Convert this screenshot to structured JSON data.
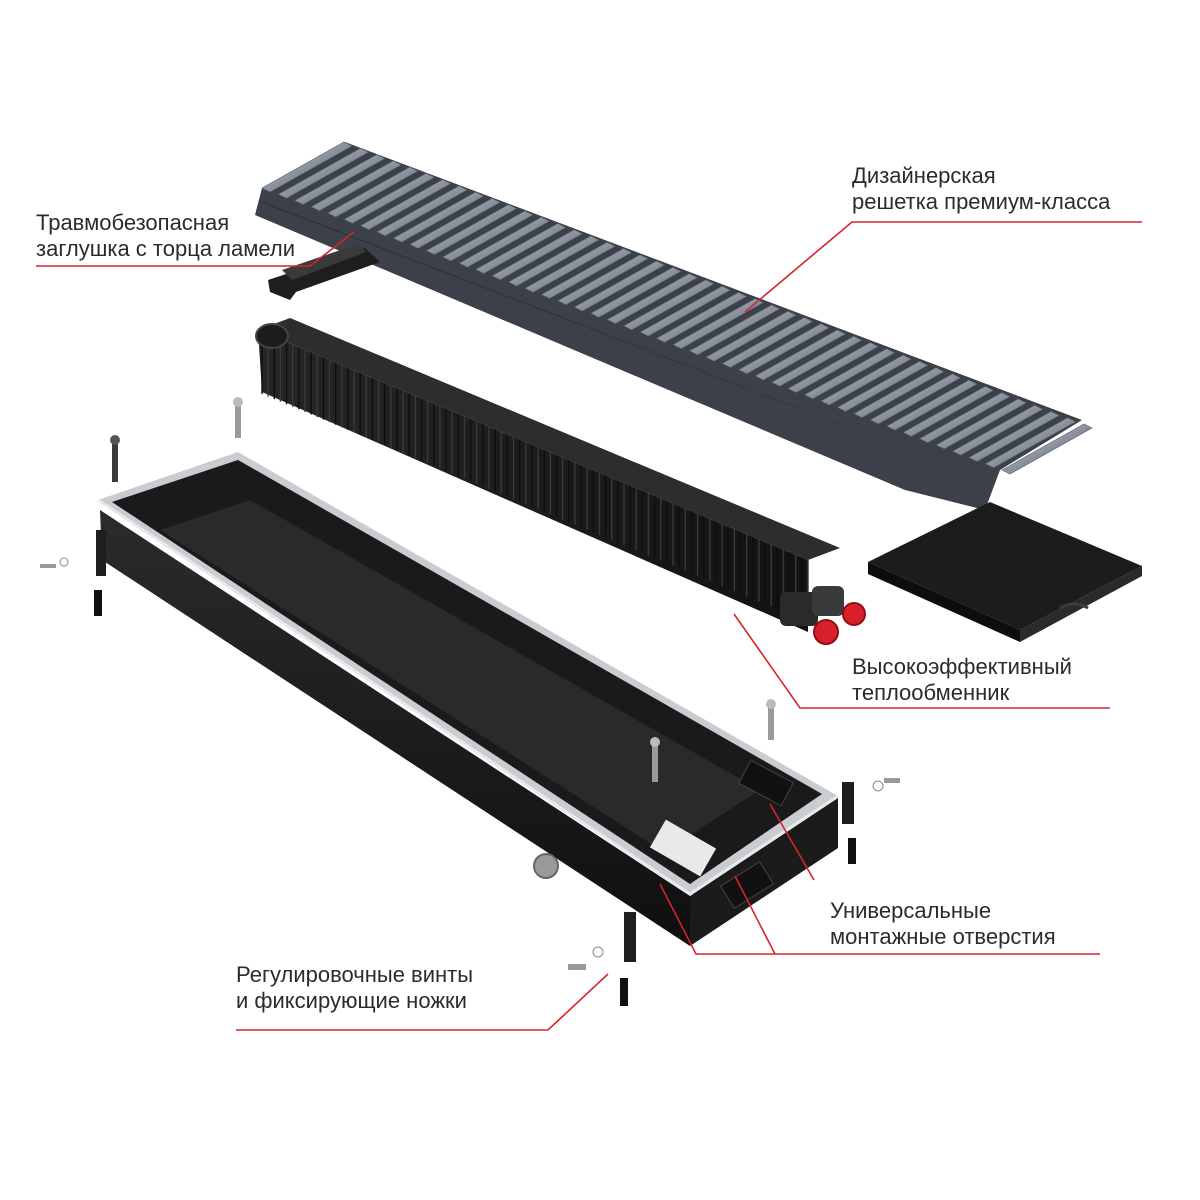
{
  "callouts": {
    "grille": {
      "line1": "Дизайнерская",
      "line2": "решетка премиум-класса"
    },
    "end_cap": {
      "line1": "Травмобезопасная",
      "line2": "заглушка с торца ламели"
    },
    "heat_exchanger": {
      "line1": "Высокоэффективный",
      "line2": "теплообменник"
    },
    "mounting_holes": {
      "line1": "Универсальные",
      "line2": "монтажные отверстия"
    },
    "screws": {
      "line1": "Регулировочные винты",
      "line2": "и фиксирующие ножки"
    }
  },
  "colors": {
    "leader_line": "#d6242b",
    "text": "#2b2b2b",
    "housing": "#1b1b1b",
    "frame_silver": "#c9ccd1",
    "grille_slat": "#8f97a3",
    "valve_red": "#d81f2a"
  }
}
